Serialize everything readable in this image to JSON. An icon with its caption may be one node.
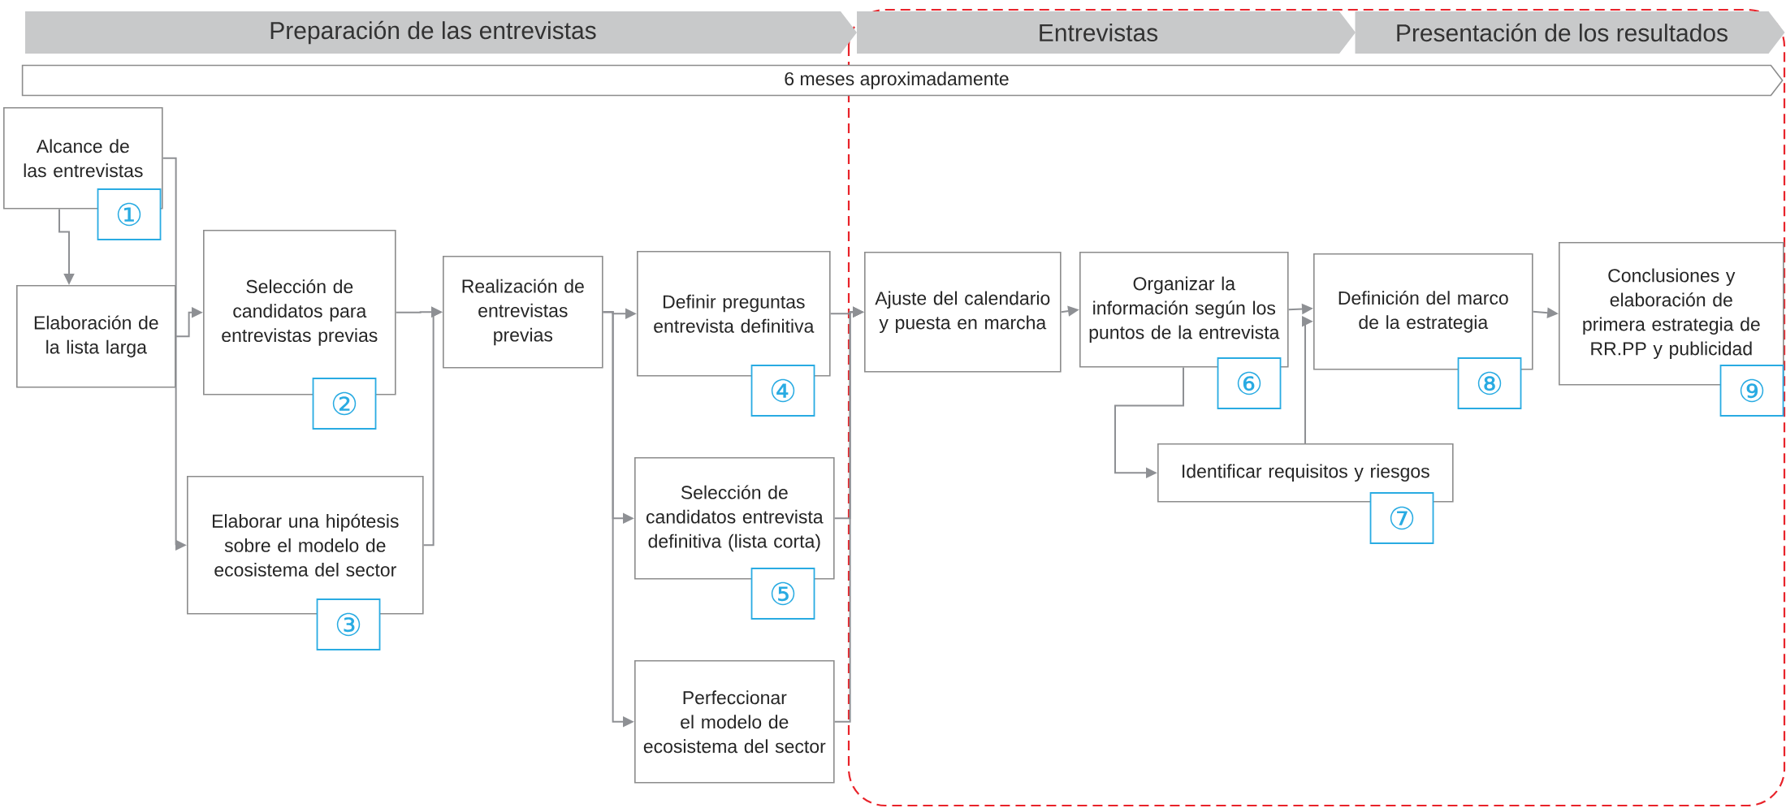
{
  "diagram": {
    "nodes": [
      {
        "text": [
          "Preparación de las entrevistas"
        ]
      },
      {
        "text": [
          "Entrevistas"
        ]
      },
      {
        "text": [
          "Presentación de los resultados"
        ]
      },
      {
        "text": [
          "6 meses aproximadamente"
        ]
      },
      {
        "text": [
          "Alcance de las entrevistas"
        ],
        "beside": [
          "①"
        ]
      },
      {
        "text": [
          "Elaboración de la lista larga"
        ]
      },
      {
        "text": [
          "Selección de candidatos para entrevistas previas"
        ],
        "beside": [
          "②"
        ]
      },
      {
        "text": [
          "Elaborar una hipótesis sobre el modelo de ecosistema del sector"
        ],
        "beside": [
          "③"
        ]
      },
      {
        "text": [
          "Realización de entrevistas previas"
        ]
      },
      {
        "text": [
          "Definir preguntas entrevista definitiva"
        ],
        "beside": [
          "④"
        ]
      },
      {
        "text": [
          "Selección de candidatos entrevista definitiva (lista corta)"
        ],
        "beside": [
          "⑤"
        ]
      },
      {
        "text": [
          "Perfeccionar el modelo de ecosistema del sector"
        ]
      },
      {
        "text": [
          "Ajuste del calendario y puesta en marcha"
        ]
      },
      {
        "text": [
          "Organizar la información según los puntos de la entrevista"
        ],
        "beside": [
          "⑥"
        ]
      },
      {
        "text": [
          "Identificar requisitos y riesgos"
        ],
        "beside": [
          "⑦"
        ]
      },
      {
        "text": [
          "Definición del marco de la estrategia"
        ],
        "beside": [
          "⑧"
        ]
      },
      {
        "text": [
          "Conclusiones y elaboración de primera estrategia de RR.PP y publicidad"
        ],
        "beside": [
          "⑨"
        ]
      }
    ],
    "edges": [
      {
        "from": 4,
        "to": 5,
        "arrow": "to"
      },
      {
        "from": 4,
        "to": 7,
        "arrow": "to"
      },
      {
        "from": 5,
        "to": 6,
        "arrow": "to"
      },
      {
        "from": 6,
        "to": 8,
        "arrow": "to"
      },
      {
        "from": 7,
        "to": 8,
        "arrow": "to"
      },
      {
        "from": 8,
        "to": 9,
        "arrow": "to"
      },
      {
        "from": 8,
        "to": 10,
        "arrow": "to"
      },
      {
        "from": 8,
        "to": 11,
        "arrow": "to"
      },
      {
        "from": 9,
        "to": 12,
        "arrow": "to"
      },
      {
        "from": 10,
        "to": 12,
        "arrow": "to"
      },
      {
        "from": 11,
        "to": 12,
        "arrow": "to"
      },
      {
        "from": 12,
        "to": 13,
        "arrow": "to"
      },
      {
        "from": 13,
        "to": 15,
        "arrow": "to"
      },
      {
        "from": 13,
        "to": 14,
        "arrow": "to"
      },
      {
        "from": 14,
        "to": 15,
        "arrow": "to"
      },
      {
        "from": 15,
        "to": 16,
        "arrow": "to"
      }
    ]
  }
}
